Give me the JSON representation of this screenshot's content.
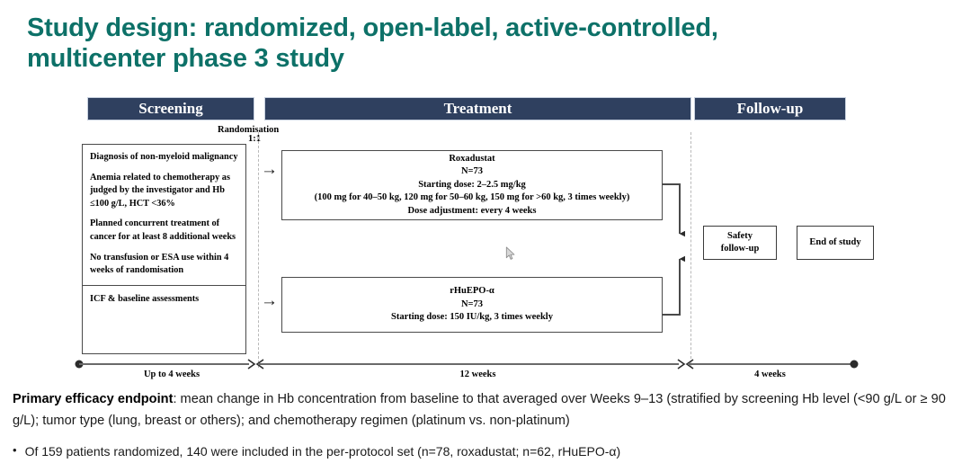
{
  "slide": {
    "title": "Study design: randomized, open-label, active-controlled, multicenter phase 3 study",
    "title_color": "#0d7168",
    "bar_color": "#2f405f"
  },
  "phases": {
    "screening": {
      "label": "Screening",
      "duration": "Up to 4 weeks"
    },
    "treatment": {
      "label": "Treatment",
      "duration": "12 weeks"
    },
    "followup": {
      "label": "Follow-up",
      "duration": "4 weeks"
    }
  },
  "randomisation": {
    "label": "Randomisation",
    "ratio": "1:1"
  },
  "criteria": {
    "items": [
      "Diagnosis of non-myeloid malignancy",
      "Anemia related to chemotherapy as judged by the investigator and Hb ≤100 g/L, HCT <36%",
      "Planned concurrent treatment of cancer for at least 8 additional weeks",
      "No transfusion or ESA use within 4 weeks of randomisation"
    ],
    "footer": "ICF & baseline assessments"
  },
  "arms": [
    {
      "name": "Roxadustat",
      "n": "N=73",
      "lines": [
        "Starting dose: 2–2.5 mg/kg",
        "(100 mg for 40–50 kg, 120 mg for 50–60 kg, 150 mg for >60 kg, 3 times weekly)",
        "Dose adjustment: every 4 weeks"
      ]
    },
    {
      "name": "rHuEPO-α",
      "n": "N=73",
      "lines": [
        "Starting dose: 150 IU/kg, 3 times weekly"
      ]
    }
  ],
  "outcomes": {
    "safety": "Safety\nfollow-up",
    "end_of_study": "End of study"
  },
  "endpoint": {
    "lead": "Primary efficacy endpoint",
    "text": ": mean change in Hb concentration from baseline to that averaged over Weeks 9–13 (stratified by screening Hb level (<90 g/L or ≥ 90 g/L); tumor type (lung, breast or others); and chemotherapy regimen (platinum vs. non-platinum)"
  },
  "bullets": [
    "Of 159 patients randomized, 140 were included in the per-protocol set (n=78, roxadustat; n=62, rHuEPO-α)"
  ]
}
